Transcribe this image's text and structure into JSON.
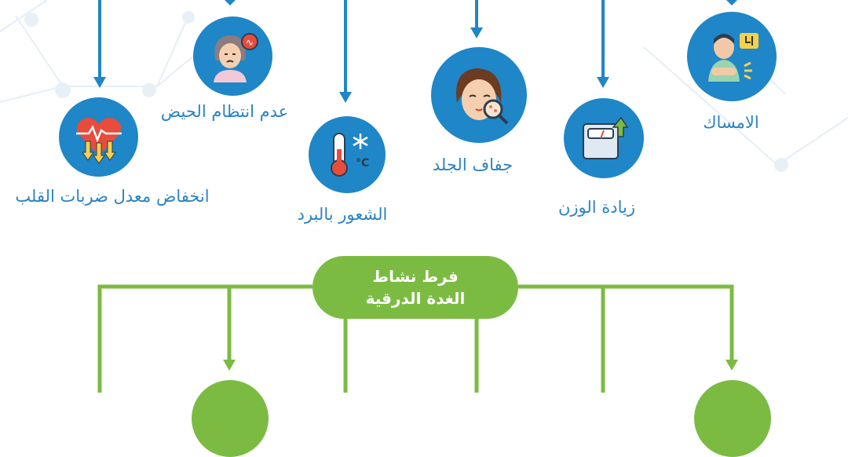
{
  "colors": {
    "blue": "#1f86c8",
    "label_blue": "#2b83c4",
    "green": "#7cbb42"
  },
  "hypothyroid_symptoms": [
    {
      "label": "الامساك",
      "icon": "constipated-person-icon"
    },
    {
      "label": "زيادة الوزن",
      "icon": "weight-scale-icon"
    },
    {
      "label": "جفاف الجلد",
      "icon": "dry-skin-face-icon"
    },
    {
      "label": "الشعور بالبرد",
      "icon": "thermometer-cold-icon"
    },
    {
      "label": "عدم انتظام الحيض",
      "icon": "menstrual-woman-icon"
    },
    {
      "label": "انخفاض معدل ضربات القلب",
      "icon": "low-heart-rate-icon"
    }
  ],
  "hyperthyroid": {
    "title_line1": "فرط نشاط",
    "title_line2": "الغدة الدرقية"
  }
}
